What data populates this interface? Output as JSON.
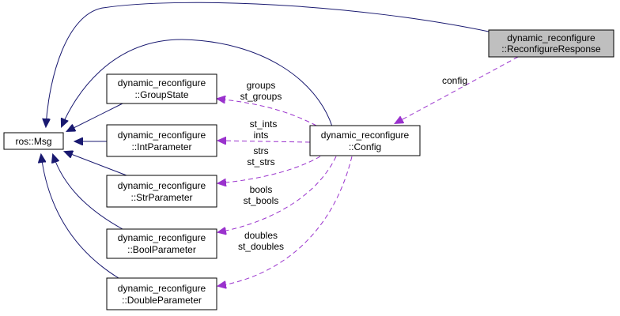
{
  "colors": {
    "inheritance": "#191970",
    "usage": "#9a32cd",
    "highlight_fill": "#bfbfbf",
    "node_fill": "#ffffff",
    "node_border": "#000000"
  },
  "nodes": {
    "ros_msg": {
      "label": "ros::Msg"
    },
    "reconfigure_response": {
      "line1": "dynamic_reconfigure",
      "line2": "::ReconfigureResponse"
    },
    "group_state": {
      "line1": "dynamic_reconfigure",
      "line2": "::GroupState"
    },
    "int_parameter": {
      "line1": "dynamic_reconfigure",
      "line2": "::IntParameter"
    },
    "str_parameter": {
      "line1": "dynamic_reconfigure",
      "line2": "::StrParameter"
    },
    "bool_parameter": {
      "line1": "dynamic_reconfigure",
      "line2": "::BoolParameter"
    },
    "double_parameter": {
      "line1": "dynamic_reconfigure",
      "line2": "::DoubleParameter"
    },
    "config": {
      "line1": "dynamic_reconfigure",
      "line2": "::Config"
    }
  },
  "edge_labels": {
    "config": "config",
    "groups": "groups",
    "st_groups": "st_groups",
    "st_ints": "st_ints",
    "ints": "ints",
    "strs": "strs",
    "st_strs": "st_strs",
    "bools": "bools",
    "st_bools": "st_bools",
    "doubles": "doubles",
    "st_doubles": "st_doubles"
  }
}
